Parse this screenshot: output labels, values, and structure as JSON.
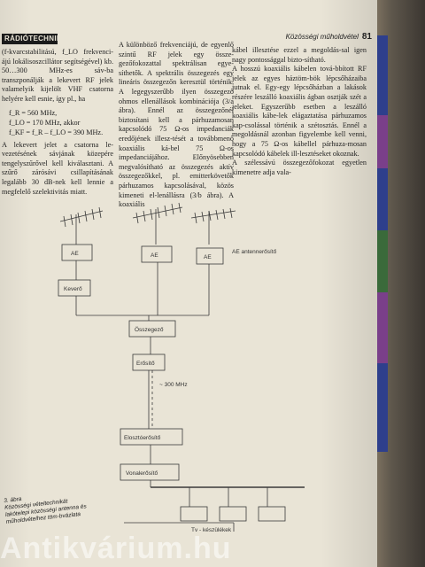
{
  "header": {
    "left_tag": "RÁDIÓTECHNIKA",
    "section_title": "Közösségi műholdvétel",
    "page_number": "81"
  },
  "column1": {
    "para1": "(f-kvarcstabilitású, f_LO frekvenci-ájú lokálisoszcillátor segítségével) kb. 50…300 MHz-es sáv-ba transzponálják a lekevert RF jelek valamelyik kijelölt VHF csatorna helyére kell esnie, így pl., ha",
    "formula1": "f_R = 560 MHz,",
    "formula2": "f_LO = 170 MHz, akkor",
    "formula3": "f_KF = f_R – f_LO = 390 MHz.",
    "para2": "A lekevert jelet a csatorna le-vezetésének sávjának közepére tengelyszűrővel kell kiválasztani. A szűrő zárósávi csillapításának legalább 30 dB-nek kell lennie a megfelelő szelektivitás miatt."
  },
  "column2": {
    "para1": "A különböző frekvenciájú, de egyenlő szintű RF jelek egy össze-gezőfokozattal spektrálisan egye-síthetők. A spektrális összegezés egy lineáris összegezőn keresztül történik. A legegyszerűbb ilyen összegező ohmos ellenállások kombinációja (3/a ábra). Ennél az összegezőnél biztosítani kell a párhuzamosan kapcsolódó 75 Ω-os impedanciák eredőjének illesz-tését a továbbmenő koaxiális ká-bel 75 Ω-os impedanciájához. Előnyösebben megvalósítható az összegezés aktív összegezőkkel, pl. emitterkövetők párhuzamos kapcsolásával, közös kimeneti el-lenállásra (3/b ábra). A koaxiális"
  },
  "column3": {
    "para1": "kábel illesztése ezzel a megoldás-sal igen nagy pontossággal bizto-sítható.",
    "para2": "A hosszú koaxiális kábelen tová-bbított RF jelek az egyes háztöm-bök lépcsőházaiba jutnak el. Egy-egy lépcsőházban a lakások részére leszálló koaxiális ágban osztják szét a jeleket. Egyszerűbb esetben a leszálló koaxiális kábe-lek elágaztatása párhuzamos kap-csolással történik a szétosztás. Ennél a megoldásnál azonban figyelembe kell venni, hogy a 75 Ω-os kábellel párhuza-mosan kapcsolódó kábelek ill-lesztéseket okoznak.",
    "para3": "A szélessávú összegezőfokozat egyetlen kimenetre adja vala-"
  },
  "figure": {
    "box_ae1": "AE",
    "box_ae2": "AE",
    "box_ae3": "AE",
    "ae_note": "AE antennerősítő",
    "box_converter": "Keverő",
    "box_mixer": "Összegező",
    "box_amp": "Erősítő",
    "freq_note": "~ 300 MHz",
    "box_dist1": "Elosztóerősítő",
    "box_dist2": "Vonalerősítő",
    "tv_note": "Tv - készülékek",
    "caption": "3. ábra\nKözösségi vételtechnikát lakótelepi közösségi antenna és műholdvételhez töm-bvázlata"
  },
  "watermark": "Antikvárium.hu"
}
